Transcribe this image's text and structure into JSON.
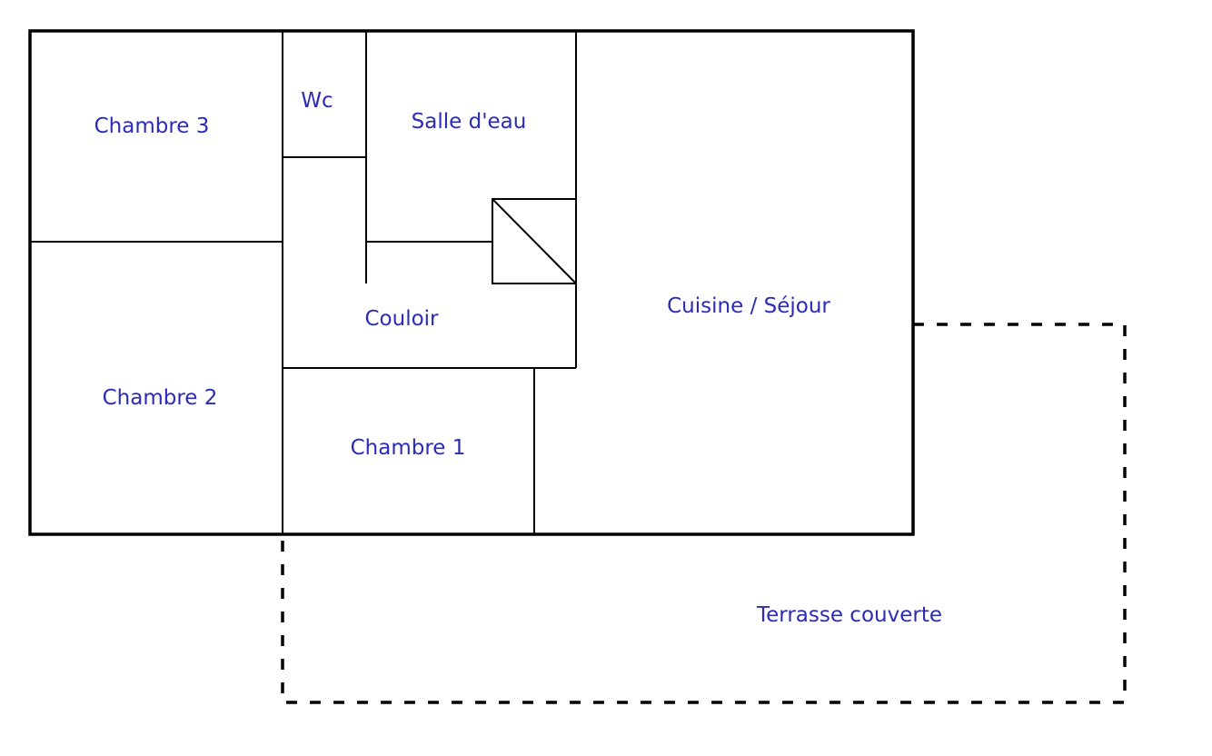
{
  "plan": {
    "label_color": "#2b2bb8",
    "rooms": {
      "chambre3": "Chambre 3",
      "wc": "Wc",
      "salle_deau": "Salle d'eau",
      "couloir": "Couloir",
      "cuisine_sejour": "Cuisine / Séjour",
      "chambre2": "Chambre 2",
      "chambre1": "Chambre 1",
      "terrasse": "Terrasse couverte"
    }
  }
}
